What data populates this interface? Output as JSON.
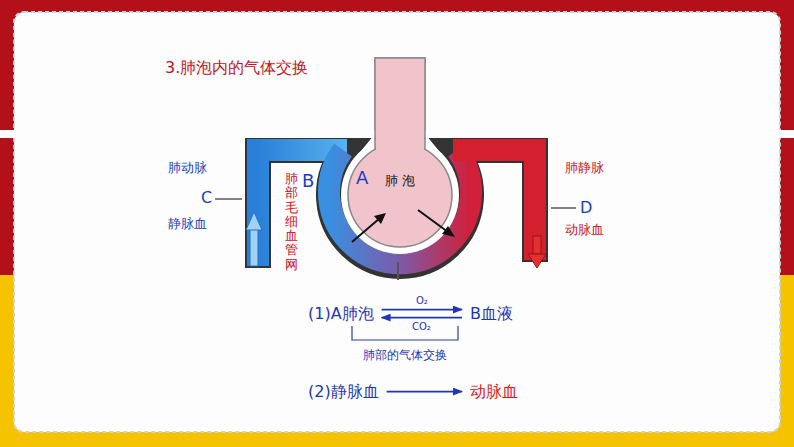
{
  "diagram": {
    "title": "3.肺泡内的气体交换",
    "nodes": [
      {
        "text": [
          "A",
          "肺 泡"
        ]
      },
      {
        "text": [
          "(1)A肺泡"
        ]
      },
      {
        "text": [
          "B血液"
        ]
      },
      {
        "text": [
          "(2)静脉血"
        ]
      },
      {
        "text": [
          "动脉血"
        ]
      }
    ],
    "edges": [
      {
        "from": 1,
        "to": 2,
        "arrow": "to",
        "label": "O₂"
      },
      {
        "from": 2,
        "to": 1,
        "arrow": "to",
        "label": "CO₂"
      },
      {
        "from": 3,
        "to": 4,
        "arrow": "to"
      }
    ],
    "labels": [
      "肺动脉",
      "C",
      "静脉血",
      "肺部毛细血管网",
      "B",
      "肺静脉",
      "D",
      "动脉血",
      "肺部的气体交换"
    ]
  }
}
